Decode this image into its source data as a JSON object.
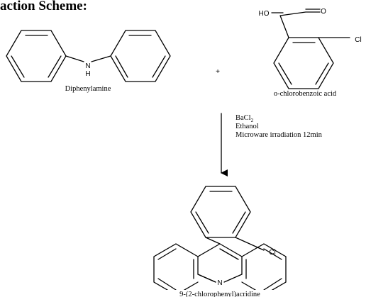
{
  "title": "action Scheme:",
  "reactants": {
    "diphenylamine": {
      "name": "Diphenylamine",
      "nh_label": "H",
      "n_label": "N"
    },
    "plus": "+",
    "acid": {
      "name": "o-chlorobenzoic acid",
      "ho_label": "HO",
      "o_label": "O",
      "cl_label": "Cl"
    }
  },
  "conditions": {
    "reagent_main": "BaCl",
    "reagent_sub": "2",
    "solvent": "Ethanol",
    "method": "Microware irradiation 12min"
  },
  "product": {
    "name": "9-(2-chlorophenyl)acridine",
    "n_label": "N",
    "cl_label": "Cl"
  }
}
